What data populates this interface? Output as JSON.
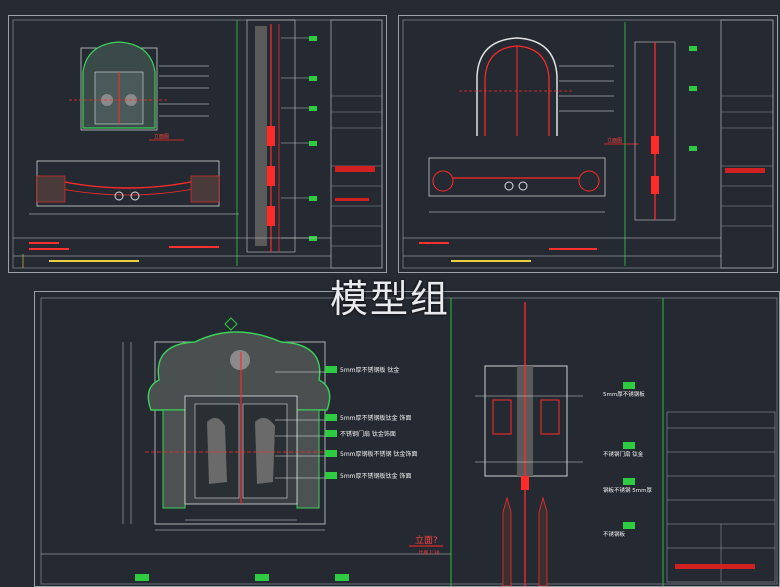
{
  "watermark": "模型组",
  "sheets": [
    {
      "id": "sheet-a",
      "title": "立面图"
    },
    {
      "id": "sheet-b",
      "title": "立面图"
    },
    {
      "id": "sheet-c",
      "title": "立面?",
      "scale": "比例 1:30"
    }
  ],
  "sheet_c_notes": [
    "5mm厚不锈钢板 钛金",
    "5mm厚不锈钢板钛金 饰面",
    "不锈钢门扇 钛金饰面",
    "5mm厚钢板不锈钢 钛金饰面",
    "5mm厚不锈钢板钛金 饰面"
  ],
  "sheet_c_right_notes": [
    "5mm厚不锈钢板",
    "不锈钢门扇 钛金",
    "钢板不锈钢 5mm厚",
    "不锈钢板"
  ],
  "colors": {
    "line": "#e8e8e8",
    "red": "#ff2a2a",
    "green": "#2ecc40",
    "cyan": "#35d0d0",
    "yellow": "#e8d040"
  }
}
